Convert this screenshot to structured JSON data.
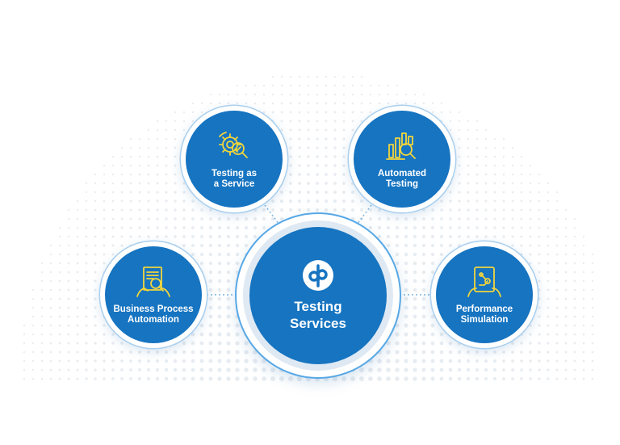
{
  "hub": {
    "title": "Testing\nServices",
    "logo": "dp-logo-icon"
  },
  "services": [
    {
      "label": "Testing as\na Service",
      "icon": "gear-magnifier-icon"
    },
    {
      "label": "Automated\nTesting",
      "icon": "bar-chart-magnifier-icon"
    },
    {
      "label": "Business Process\nAutomation",
      "icon": "document-magnifier-icon"
    },
    {
      "label": "Performance\nSimulation",
      "icon": "tablet-hands-icon"
    }
  ],
  "colors": {
    "node_blue": "#1674c1",
    "icon_yellow": "#f2d53c",
    "ring_light": "#a9cfee",
    "connector": "#7bb7e3",
    "dot": "#e7ecf1"
  }
}
